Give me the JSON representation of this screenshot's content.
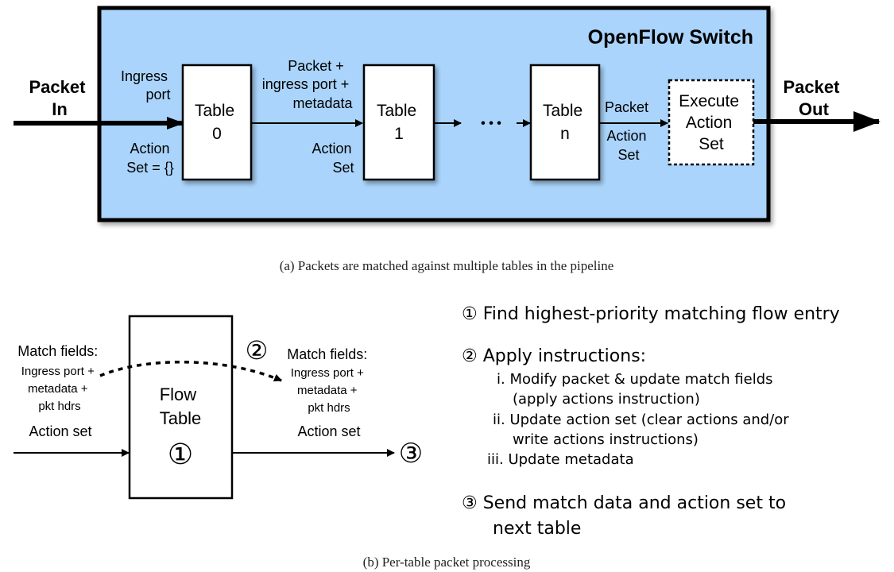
{
  "pipeline": {
    "switch_title": "OpenFlow Switch",
    "packet_in": [
      "Packet",
      "In"
    ],
    "packet_out": [
      "Packet",
      "Out"
    ],
    "ingress": [
      "Ingress",
      "port"
    ],
    "action_set_empty": [
      "Action",
      "Set = {}"
    ],
    "table0": [
      "Table",
      "0"
    ],
    "between_top": [
      "Packet +",
      "ingress port +",
      "metadata"
    ],
    "between_bottom": [
      "Action",
      "Set"
    ],
    "table1": [
      "Table",
      "1"
    ],
    "ellipsis": "• • •",
    "tablen": [
      "Table",
      "n"
    ],
    "out_labels": [
      "Packet",
      "Action",
      "Set"
    ],
    "execute": [
      "Execute",
      "Action",
      "Set"
    ],
    "colors": {
      "switch_fill": "#aad4fb",
      "border": "#000000"
    }
  },
  "caption_a": "(a) Packets are matched against multiple tables in the pipeline",
  "per_table": {
    "left_match": [
      "Match fields:",
      "Ingress port +",
      "metadata +",
      "pkt hdrs"
    ],
    "left_action": "Action set",
    "flow_table": [
      "Flow",
      "Table"
    ],
    "marker1": "①",
    "marker2": "②",
    "marker3": "③",
    "right_match": [
      "Match fields:",
      "Ingress port +",
      "metadata +",
      "pkt hdrs"
    ],
    "right_action": "Action set"
  },
  "steps": {
    "s1": "① Find highest-priority matching flow entry",
    "s2": "② Apply instructions:",
    "s2_items": [
      "i. Modify packet & update match fields",
      "(apply actions instruction)",
      "ii. Update action set (clear actions and/or",
      "write actions instructions)",
      "iii. Update metadata"
    ],
    "s3": [
      "③ Send match data and action set to",
      "next table"
    ]
  },
  "caption_b": "(b) Per-table packet processing"
}
